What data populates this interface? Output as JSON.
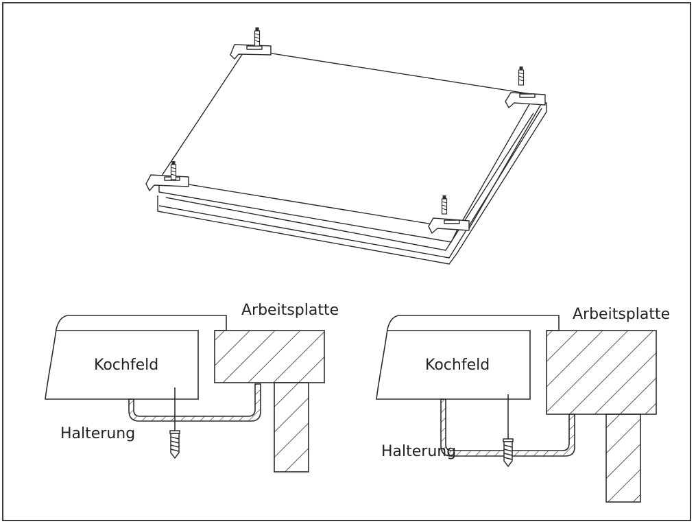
{
  "left_section": {
    "worktop_label": "Arbeitsplatte",
    "hob_label": "Kochfeld",
    "bracket_label": "Halterung"
  },
  "right_section": {
    "worktop_label": "Arbeitsplatte",
    "hob_label": "Kochfeld",
    "bracket_label": "Halterung"
  },
  "colors": {
    "line": "#2b2b2b",
    "background": "#ffffff"
  }
}
